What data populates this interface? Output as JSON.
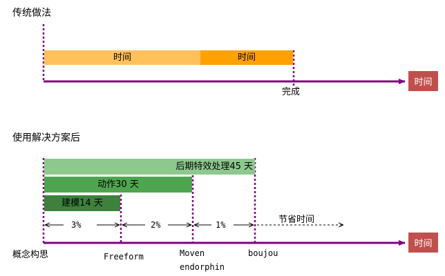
{
  "colors": {
    "axis": "#800080",
    "bar_time1": "#FFC15C",
    "bar_time2": "#FFA200",
    "bar_effects": "#8DC98D",
    "bar_animation": "#4FA54F",
    "bar_modeling": "#3D813D",
    "time_box": "#C0504D"
  },
  "traditional": {
    "title": "传统做法",
    "bar1_label": "时间",
    "bar2_label": "时间",
    "complete_label": "完成",
    "axis_label": "时间"
  },
  "solution": {
    "title": "使用解决方案后",
    "effects_label": "后期特效处理45 天",
    "animation_label": "动作30 天",
    "modeling_label": "建模14 天",
    "pct1": "3%",
    "pct2": "2%",
    "pct3": "1%",
    "saved_label": "节省时间",
    "axis_label": "时间"
  },
  "milestones": {
    "concept": "概念构思",
    "freeform": "Freeform",
    "moven": "Moven",
    "endorphin": "endorphin",
    "boujou": "boujou"
  }
}
